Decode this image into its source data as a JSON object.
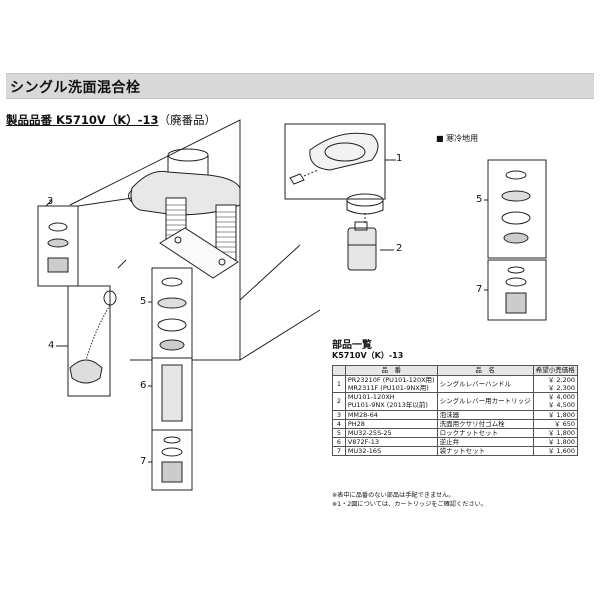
{
  "header": {
    "title": "シングル洗面混合栓"
  },
  "product": {
    "prefix": "製品品番 ",
    "code": "K5710V（K）-13",
    "discontinued": "（廃番品）"
  },
  "diagram": {
    "cold_region_label": "■ 寒冷地用",
    "callouts": {
      "n1": "1",
      "n2": "2",
      "n3": "3",
      "n4": "4",
      "n5": "5",
      "n6": "6",
      "n7": "7",
      "c5": "5",
      "c7": "7"
    }
  },
  "parts": {
    "title": "部品一覧",
    "model": "K5710V（K）-13",
    "headers": [
      "品　番",
      "品　名",
      "希望小売価格"
    ],
    "rows": [
      {
        "no": "1",
        "codes": [
          "PR23210F (PU101-120X用)",
          "MR2311F (PU101-9NX用)"
        ],
        "name": "シングルレバーハンドル",
        "prices": [
          "￥ 2,200",
          "￥ 2,300"
        ]
      },
      {
        "no": "2",
        "codes": [
          "MU101-120XH",
          "PU101-9NX (2013年以前)"
        ],
        "name": "シングルレバー用カートリッジ",
        "prices": [
          "￥ 4,000",
          "￥ 4,500"
        ]
      },
      {
        "no": "3",
        "codes": [
          "MM28-64"
        ],
        "name": "泡沫器",
        "prices": [
          "￥ 1,800"
        ]
      },
      {
        "no": "4",
        "codes": [
          "PH28"
        ],
        "name": "洗面用クサリ付ゴム栓",
        "prices": [
          "￥   650"
        ]
      },
      {
        "no": "5",
        "codes": [
          "MU32-25S-25"
        ],
        "name": "ロックナットセット",
        "prices": [
          "￥ 1,800"
        ]
      },
      {
        "no": "6",
        "codes": [
          "V872F-13"
        ],
        "name": "逆止弁",
        "prices": [
          "￥ 1,800"
        ]
      },
      {
        "no": "7",
        "codes": [
          "MU32-16S"
        ],
        "name": "袋ナットセット",
        "prices": [
          "￥ 1,600"
        ]
      }
    ],
    "notes": [
      "※表中に品番のない部品は手配できません。",
      "※1・2図については、カートリッジをご確認ください。"
    ]
  }
}
